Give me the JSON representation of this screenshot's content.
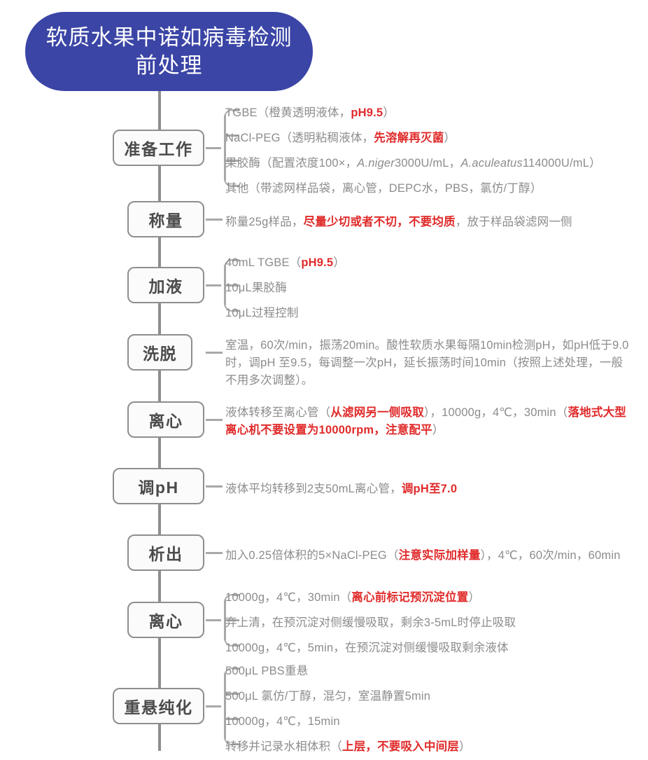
{
  "title": {
    "text": "软质水果中诺如病毒检测\n前处理",
    "bg_color": "#3b45a6",
    "text_color": "#ffffff"
  },
  "colors": {
    "trunk": "#8e8e8e",
    "node_border": "#8e8e8e",
    "node_fill": "#fbfbfb",
    "node_text": "#4b4b4b",
    "body_text": "#8c8c8c",
    "emphasis_red": "#e02b2b",
    "connector": "#a8a8a8"
  },
  "flow": {
    "steps": [
      {
        "label": "准备工作",
        "box_width": "wide",
        "items": [
          {
            "html": "TGBE（橙黄透明液体，<span class=\"em-red\">pH9.5</span>）"
          },
          {
            "html": "NaCl-PEG（透明粘稠液体，<span class=\"em-red\">先溶解再灭菌</span>）"
          },
          {
            "html": "果胶酶（配置浓度100×，<em>A.niger</em> 3000U/mL，<em>A.aculeatus</em> 114000U/mL）"
          },
          {
            "html": "其他（带滤网样品袋，离心管，DEPC水，PBS，氯仿/丁醇）"
          }
        ]
      },
      {
        "label": "称量",
        "box_width": "mid",
        "items": [
          {
            "html": "称量25g样品，<span class=\"em-red\">尽量少切或者不切，不要均质</span>，放于样品袋滤网一侧"
          }
        ]
      },
      {
        "label": "加液",
        "box_width": "mid",
        "items": [
          {
            "html": "40mL TGBE（<span class=\"em-red\">pH9.5</span>）"
          },
          {
            "html": "10μL果胶酶"
          },
          {
            "html": "10μL过程控制"
          }
        ]
      },
      {
        "label": "洗脱",
        "box_width": "narrow",
        "items": [
          {
            "html": "室温，60次/min，振荡20min。酸性软质水果每隔10min检测pH，如pH低于9.0时，调pH 至9.5，每调整一次pH，延长振荡时间10min（按照上述处理，一般不用多次调整）。",
            "wrapped": true
          }
        ]
      },
      {
        "label": "离心",
        "box_width": "mid",
        "items": [
          {
            "html": "液体转移至离心管（<span class=\"em-red\">从滤网另一侧吸取</span>），10000g，4℃，30min（<span class=\"em-red\">落地式大型离心机不要设置为10000rpm，注意配平</span>）",
            "wrapped": true
          }
        ]
      },
      {
        "label": "调pH",
        "box_width": "wide",
        "items": [
          {
            "html": "液体平均转移到2支50mL离心管，<span class=\"em-red\">调pH至7.0</span>"
          }
        ]
      },
      {
        "label": "析出",
        "box_width": "mid",
        "items": [
          {
            "html": "加入0.25倍体积的5×NaCl-PEG（<span class=\"em-red\">注意实际加样量</span>），4℃，60次/min，60min"
          }
        ]
      },
      {
        "label": "离心",
        "box_width": "mid",
        "items": [
          {
            "html": "10000g，4℃，30min（<span class=\"em-red\">离心前标记预沉淀位置</span>）"
          },
          {
            "html": "弃上清，在预沉淀对侧缓慢吸取，剩余3-5mL时停止吸取"
          },
          {
            "html": "10000g，4℃，5min，在预沉淀对侧缓慢吸取剩余液体"
          }
        ]
      },
      {
        "label": "重悬纯化",
        "box_width": "wide",
        "items": [
          {
            "html": "500μL PBS重悬"
          },
          {
            "html": "500μL 氯仿/丁醇，混匀，室温静置5min"
          },
          {
            "html": "10000g，4℃，15min"
          },
          {
            "html": "转移并记录水相体积（<span class=\"em-red\">上层，不要吸入中间层</span>）"
          }
        ]
      }
    ]
  }
}
